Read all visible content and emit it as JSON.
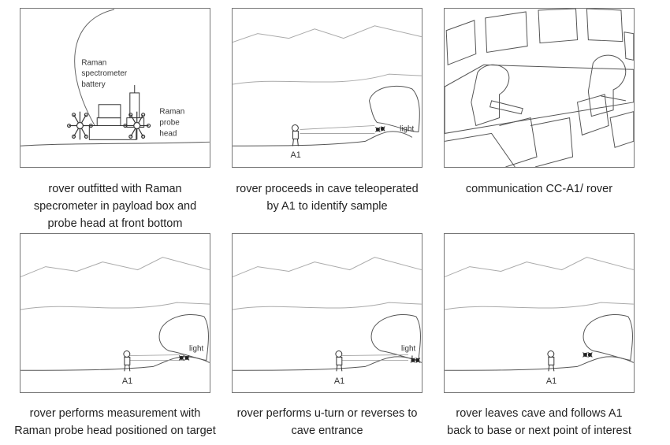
{
  "panels": [
    {
      "labels": {
        "battery": [
          "Raman",
          "spectrometer",
          "battery"
        ],
        "probe": [
          "Raman",
          "probe",
          "head"
        ]
      },
      "caption": [
        "rover outfitted with Raman",
        "specrometer in payload box and",
        "probe head at front bottom"
      ]
    },
    {
      "labels": {
        "astronaut": "A1",
        "light": "light"
      },
      "caption": [
        "rover proceeds in cave teleoperated",
        "by A1 to identify sample"
      ]
    },
    {
      "labels": {},
      "caption": [
        "communication CC-A1/ rover"
      ]
    },
    {
      "labels": {
        "astronaut": "A1",
        "light": "light"
      },
      "caption": [
        "rover performs measurement with",
        "Raman probe head positioned on target"
      ]
    },
    {
      "labels": {
        "astronaut": "A1",
        "light": "light"
      },
      "caption": [
        "rover performs u-turn or reverses to",
        "cave entrance"
      ]
    },
    {
      "labels": {
        "astronaut": "A1"
      },
      "caption": [
        "rover leaves cave and follows A1",
        "back to base or next point of interest"
      ]
    }
  ]
}
